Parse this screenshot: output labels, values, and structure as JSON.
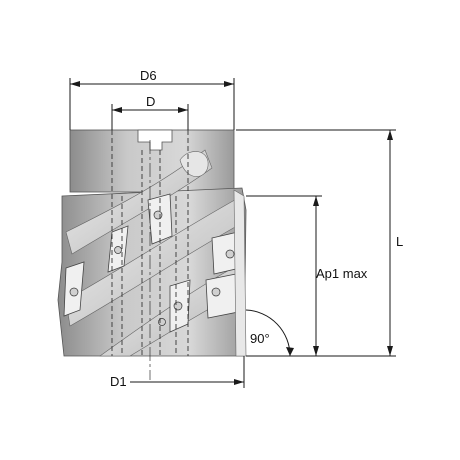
{
  "labels": {
    "d6": "D6",
    "d": "D",
    "d1": "D1",
    "l": "L",
    "ap1": "Ap1 max",
    "angle": "90°"
  }
}
